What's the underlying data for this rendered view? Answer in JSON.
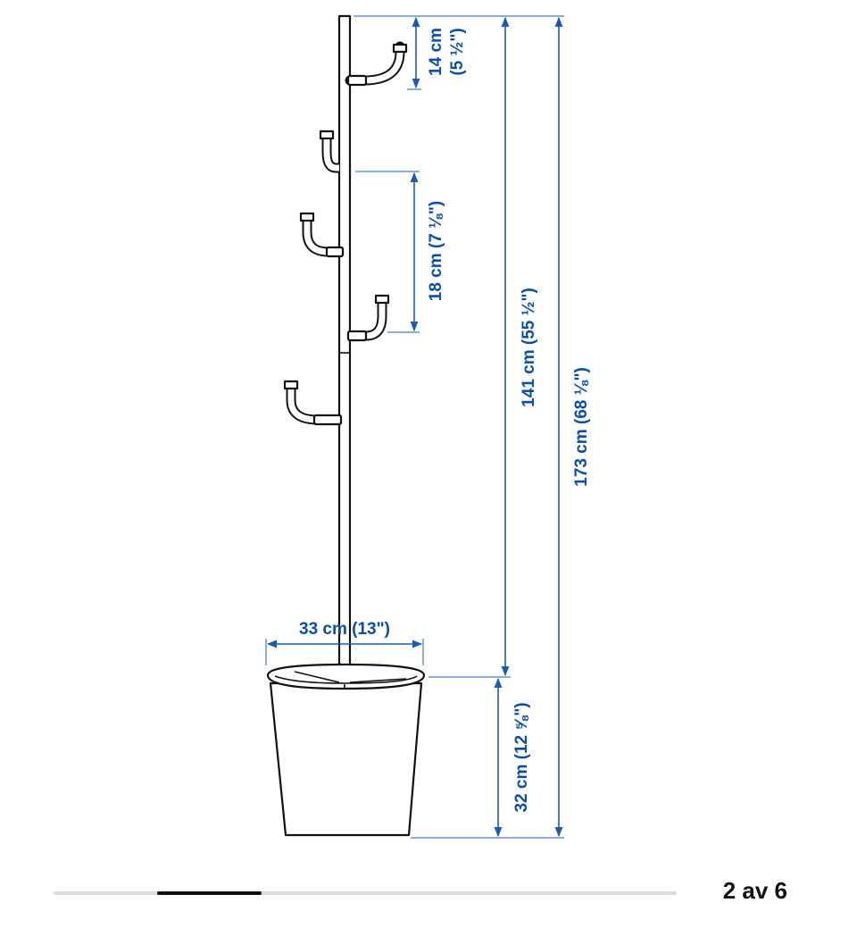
{
  "dimensions": {
    "hook_offset": "14 cm",
    "hook_offset_in": "(5 ½\")",
    "hook_spacing": "18 cm (7 ⅛\")",
    "stand_height": "141 cm (55 ½\")",
    "total_height": "173 cm (68 ⅛\")",
    "base_width": "33 cm (13\")",
    "base_height": "32 cm (12 ⅝\")"
  },
  "carousel": {
    "current": 2,
    "total": 6,
    "label": "2 av 6"
  },
  "colors": {
    "dimension": "#0a4ea8",
    "progress_track": "#dcdcdc",
    "progress_thumb": "#111111"
  }
}
